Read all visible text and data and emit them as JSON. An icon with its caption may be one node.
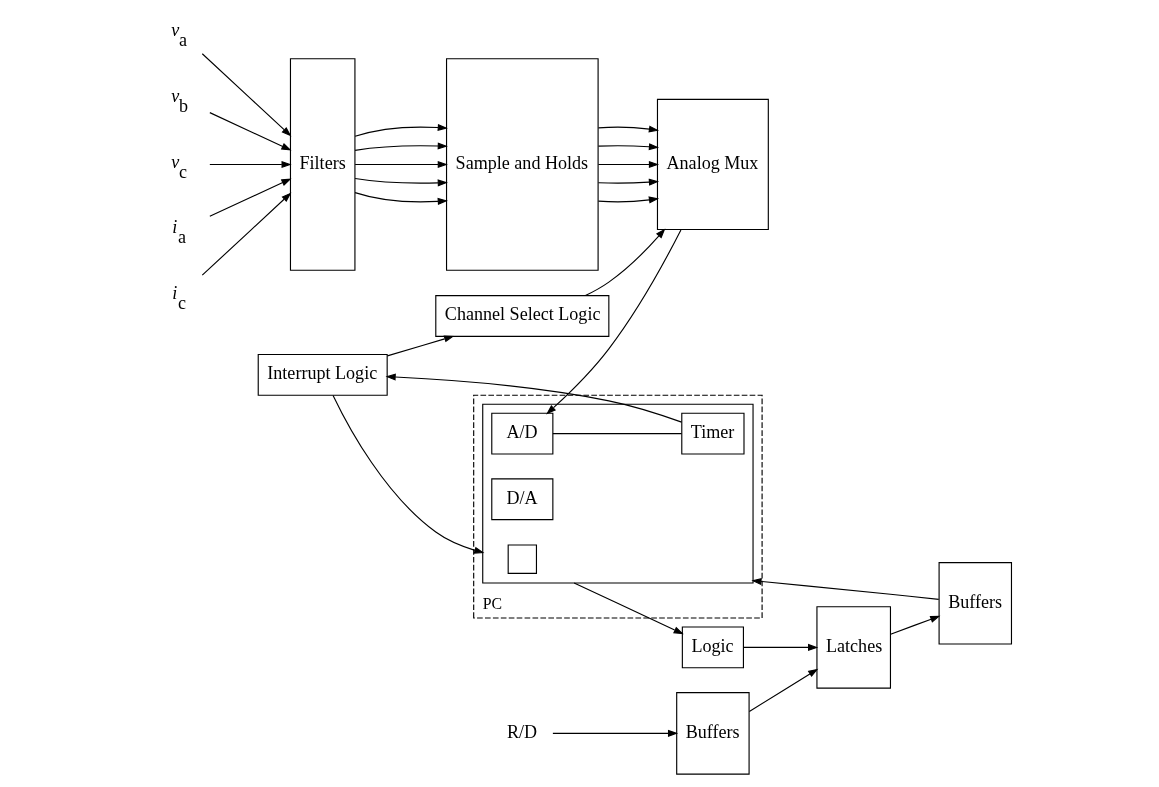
{
  "diagram": {
    "nodes": [
      {
        "text": [
          "Channel Select Logic"
        ]
      },
      {
        "text": [
          "Interrupt Logic"
        ]
      },
      {
        "text": [
          "*v*$_{a}$"
        ]
      },
      {
        "text": [
          "*v*$_{b}$"
        ]
      },
      {
        "text": [
          "*v*$_{c}$"
        ]
      },
      {
        "text": [
          "*i*$_{a}$"
        ]
      },
      {
        "text": [
          "*i*$_{c}$"
        ]
      },
      {
        "text": [
          "Filters"
        ]
      },
      {
        "text": [
          "Sample and Holds"
        ]
      },
      {
        "text": [
          "Analog Mux"
        ]
      },
      {
        "text": [
          "PC"
        ]
      },
      {
        "text": [],
        "shape": "box",
        "in": 10
      },
      {
        "text": [
          "A/D"
        ],
        "in": 11
      },
      {
        "text": [
          "D/A"
        ],
        "in": 11
      },
      {
        "text": [
          "Timer"
        ],
        "in": 11
      },
      {
        "text": [],
        "shape": "box",
        "in": 11
      },
      {
        "text": [
          "Logic"
        ]
      },
      {
        "text": [
          "R/D"
        ]
      },
      {
        "text": [
          "Buffers"
        ]
      },
      {
        "text": [
          "Latches"
        ]
      },
      {
        "text": [
          "Buffers"
        ]
      }
    ],
    "edges": [
      {
        "from": 1,
        "to": 0,
        "arrow": "to"
      },
      {
        "from": 0,
        "to": 9,
        "arrow": "to"
      },
      {
        "from": 1,
        "to": 11,
        "arrow": "to"
      },
      {
        "from": 12,
        "to": 14,
        "arrow": "none"
      },
      {
        "from": 14,
        "to": 1,
        "arrow": "to"
      },
      {
        "from": 2,
        "to": 7,
        "arrow": "to"
      },
      {
        "from": 3,
        "to": 7,
        "arrow": "to"
      },
      {
        "from": 4,
        "to": 7,
        "arrow": "to"
      },
      {
        "from": 5,
        "to": 7,
        "arrow": "to"
      },
      {
        "from": 6,
        "to": 7,
        "arrow": "to"
      },
      {
        "from": 7,
        "to": 8,
        "arrow": "to"
      },
      {
        "from": 7,
        "to": 8,
        "arrow": "to"
      },
      {
        "from": 7,
        "to": 8,
        "arrow": "to"
      },
      {
        "from": 7,
        "to": 8,
        "arrow": "to"
      },
      {
        "from": 7,
        "to": 8,
        "arrow": "to"
      },
      {
        "from": 8,
        "to": 9,
        "arrow": "to"
      },
      {
        "from": 8,
        "to": 9,
        "arrow": "to"
      },
      {
        "from": 8,
        "to": 9,
        "arrow": "to"
      },
      {
        "from": 8,
        "to": 9,
        "arrow": "to"
      },
      {
        "from": 8,
        "to": 9,
        "arrow": "to"
      },
      {
        "from": 9,
        "to": 12,
        "arrow": "to"
      },
      {
        "from": 11,
        "to": 16,
        "arrow": "to"
      },
      {
        "from": 16,
        "to": 19,
        "arrow": "to"
      },
      {
        "from": 17,
        "to": 18,
        "arrow": "to"
      },
      {
        "from": 18,
        "to": 19,
        "arrow": "to"
      },
      {
        "from": 19,
        "to": 20,
        "arrow": "to"
      },
      {
        "from": 20,
        "to": 11,
        "arrow": "to"
      }
    ]
  }
}
